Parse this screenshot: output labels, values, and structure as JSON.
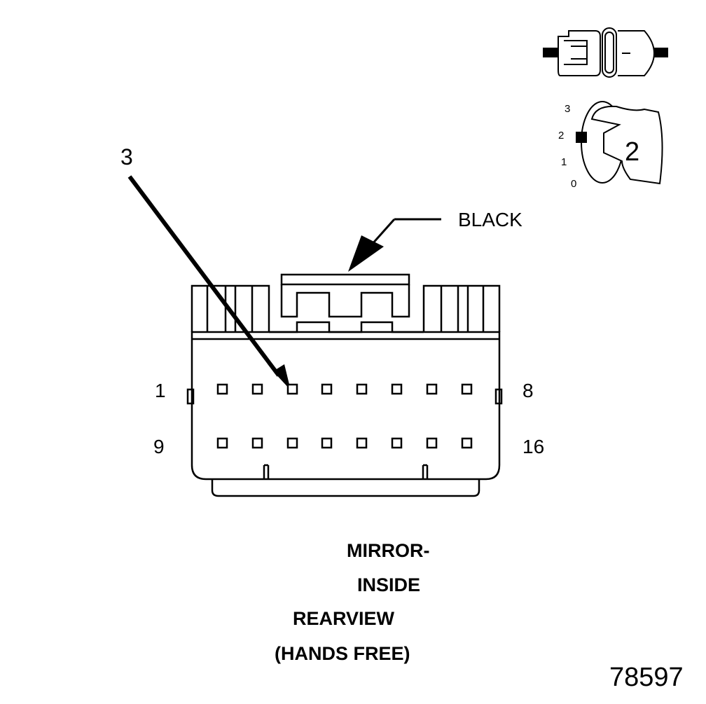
{
  "connector": {
    "color_label": "BLACK",
    "callout_label": "3",
    "pin_labels": {
      "row1_start": "1",
      "row1_end": "8",
      "row2_start": "9",
      "row2_end": "16"
    }
  },
  "keying_indicator": {
    "positions": [
      "3",
      "2",
      "1",
      "0"
    ],
    "selected": "2"
  },
  "title": {
    "line1": "MIRROR-",
    "line2": "INSIDE",
    "line3": "REARVIEW",
    "line4": "(HANDS FREE)"
  },
  "figure_number": "78597"
}
